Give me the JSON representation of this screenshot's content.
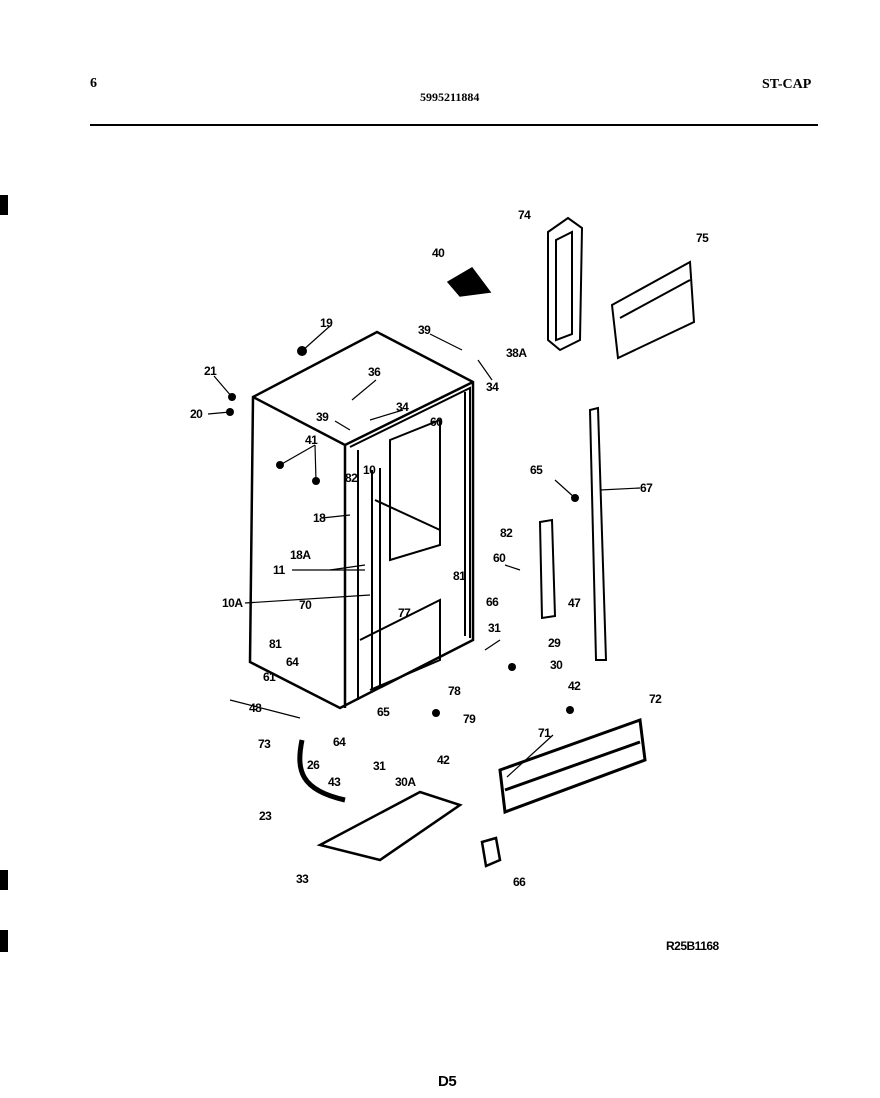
{
  "header": {
    "page_number": "6",
    "part_number": "5995211884",
    "model_code": "ST-CAP"
  },
  "diagram": {
    "drawing_code": "R25B1168",
    "section_code": "D5",
    "part_labels": [
      "74",
      "75",
      "40",
      "19",
      "39",
      "38A",
      "34",
      "21",
      "36",
      "20",
      "39",
      "34",
      "41",
      "60",
      "82",
      "10",
      "65",
      "67",
      "18",
      "82",
      "18A",
      "11",
      "60",
      "81",
      "10A",
      "70",
      "77",
      "66",
      "47",
      "31",
      "29",
      "81",
      "30",
      "64",
      "42",
      "61",
      "78",
      "48",
      "65",
      "79",
      "71",
      "72",
      "73",
      "64",
      "26",
      "31",
      "42",
      "30A",
      "43",
      "23",
      "33",
      "66"
    ]
  }
}
